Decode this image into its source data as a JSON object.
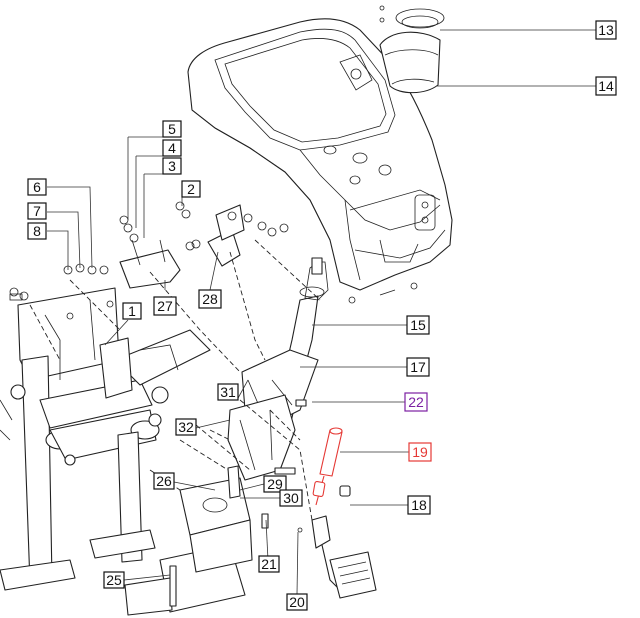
{
  "diagram": {
    "callouts": [
      {
        "id": "13",
        "label": "13"
      },
      {
        "id": "14",
        "label": "14"
      },
      {
        "id": "5",
        "label": "5"
      },
      {
        "id": "4",
        "label": "4"
      },
      {
        "id": "3",
        "label": "3"
      },
      {
        "id": "2",
        "label": "2"
      },
      {
        "id": "6",
        "label": "6"
      },
      {
        "id": "7",
        "label": "7"
      },
      {
        "id": "8",
        "label": "8"
      },
      {
        "id": "27",
        "label": "27"
      },
      {
        "id": "28",
        "label": "28"
      },
      {
        "id": "1",
        "label": "1"
      },
      {
        "id": "15",
        "label": "15"
      },
      {
        "id": "17",
        "label": "17"
      },
      {
        "id": "22",
        "label": "22"
      },
      {
        "id": "31",
        "label": "31"
      },
      {
        "id": "32",
        "label": "32"
      },
      {
        "id": "19",
        "label": "19"
      },
      {
        "id": "26",
        "label": "26"
      },
      {
        "id": "29",
        "label": "29"
      },
      {
        "id": "30",
        "label": "30"
      },
      {
        "id": "18",
        "label": "18"
      },
      {
        "id": "21",
        "label": "21"
      },
      {
        "id": "25",
        "label": "25"
      },
      {
        "id": "20",
        "label": "20"
      }
    ],
    "colors": {
      "line": "#222222",
      "highlight_part_19": "#e53935",
      "highlight_label_22": "#7b1fa2"
    }
  }
}
